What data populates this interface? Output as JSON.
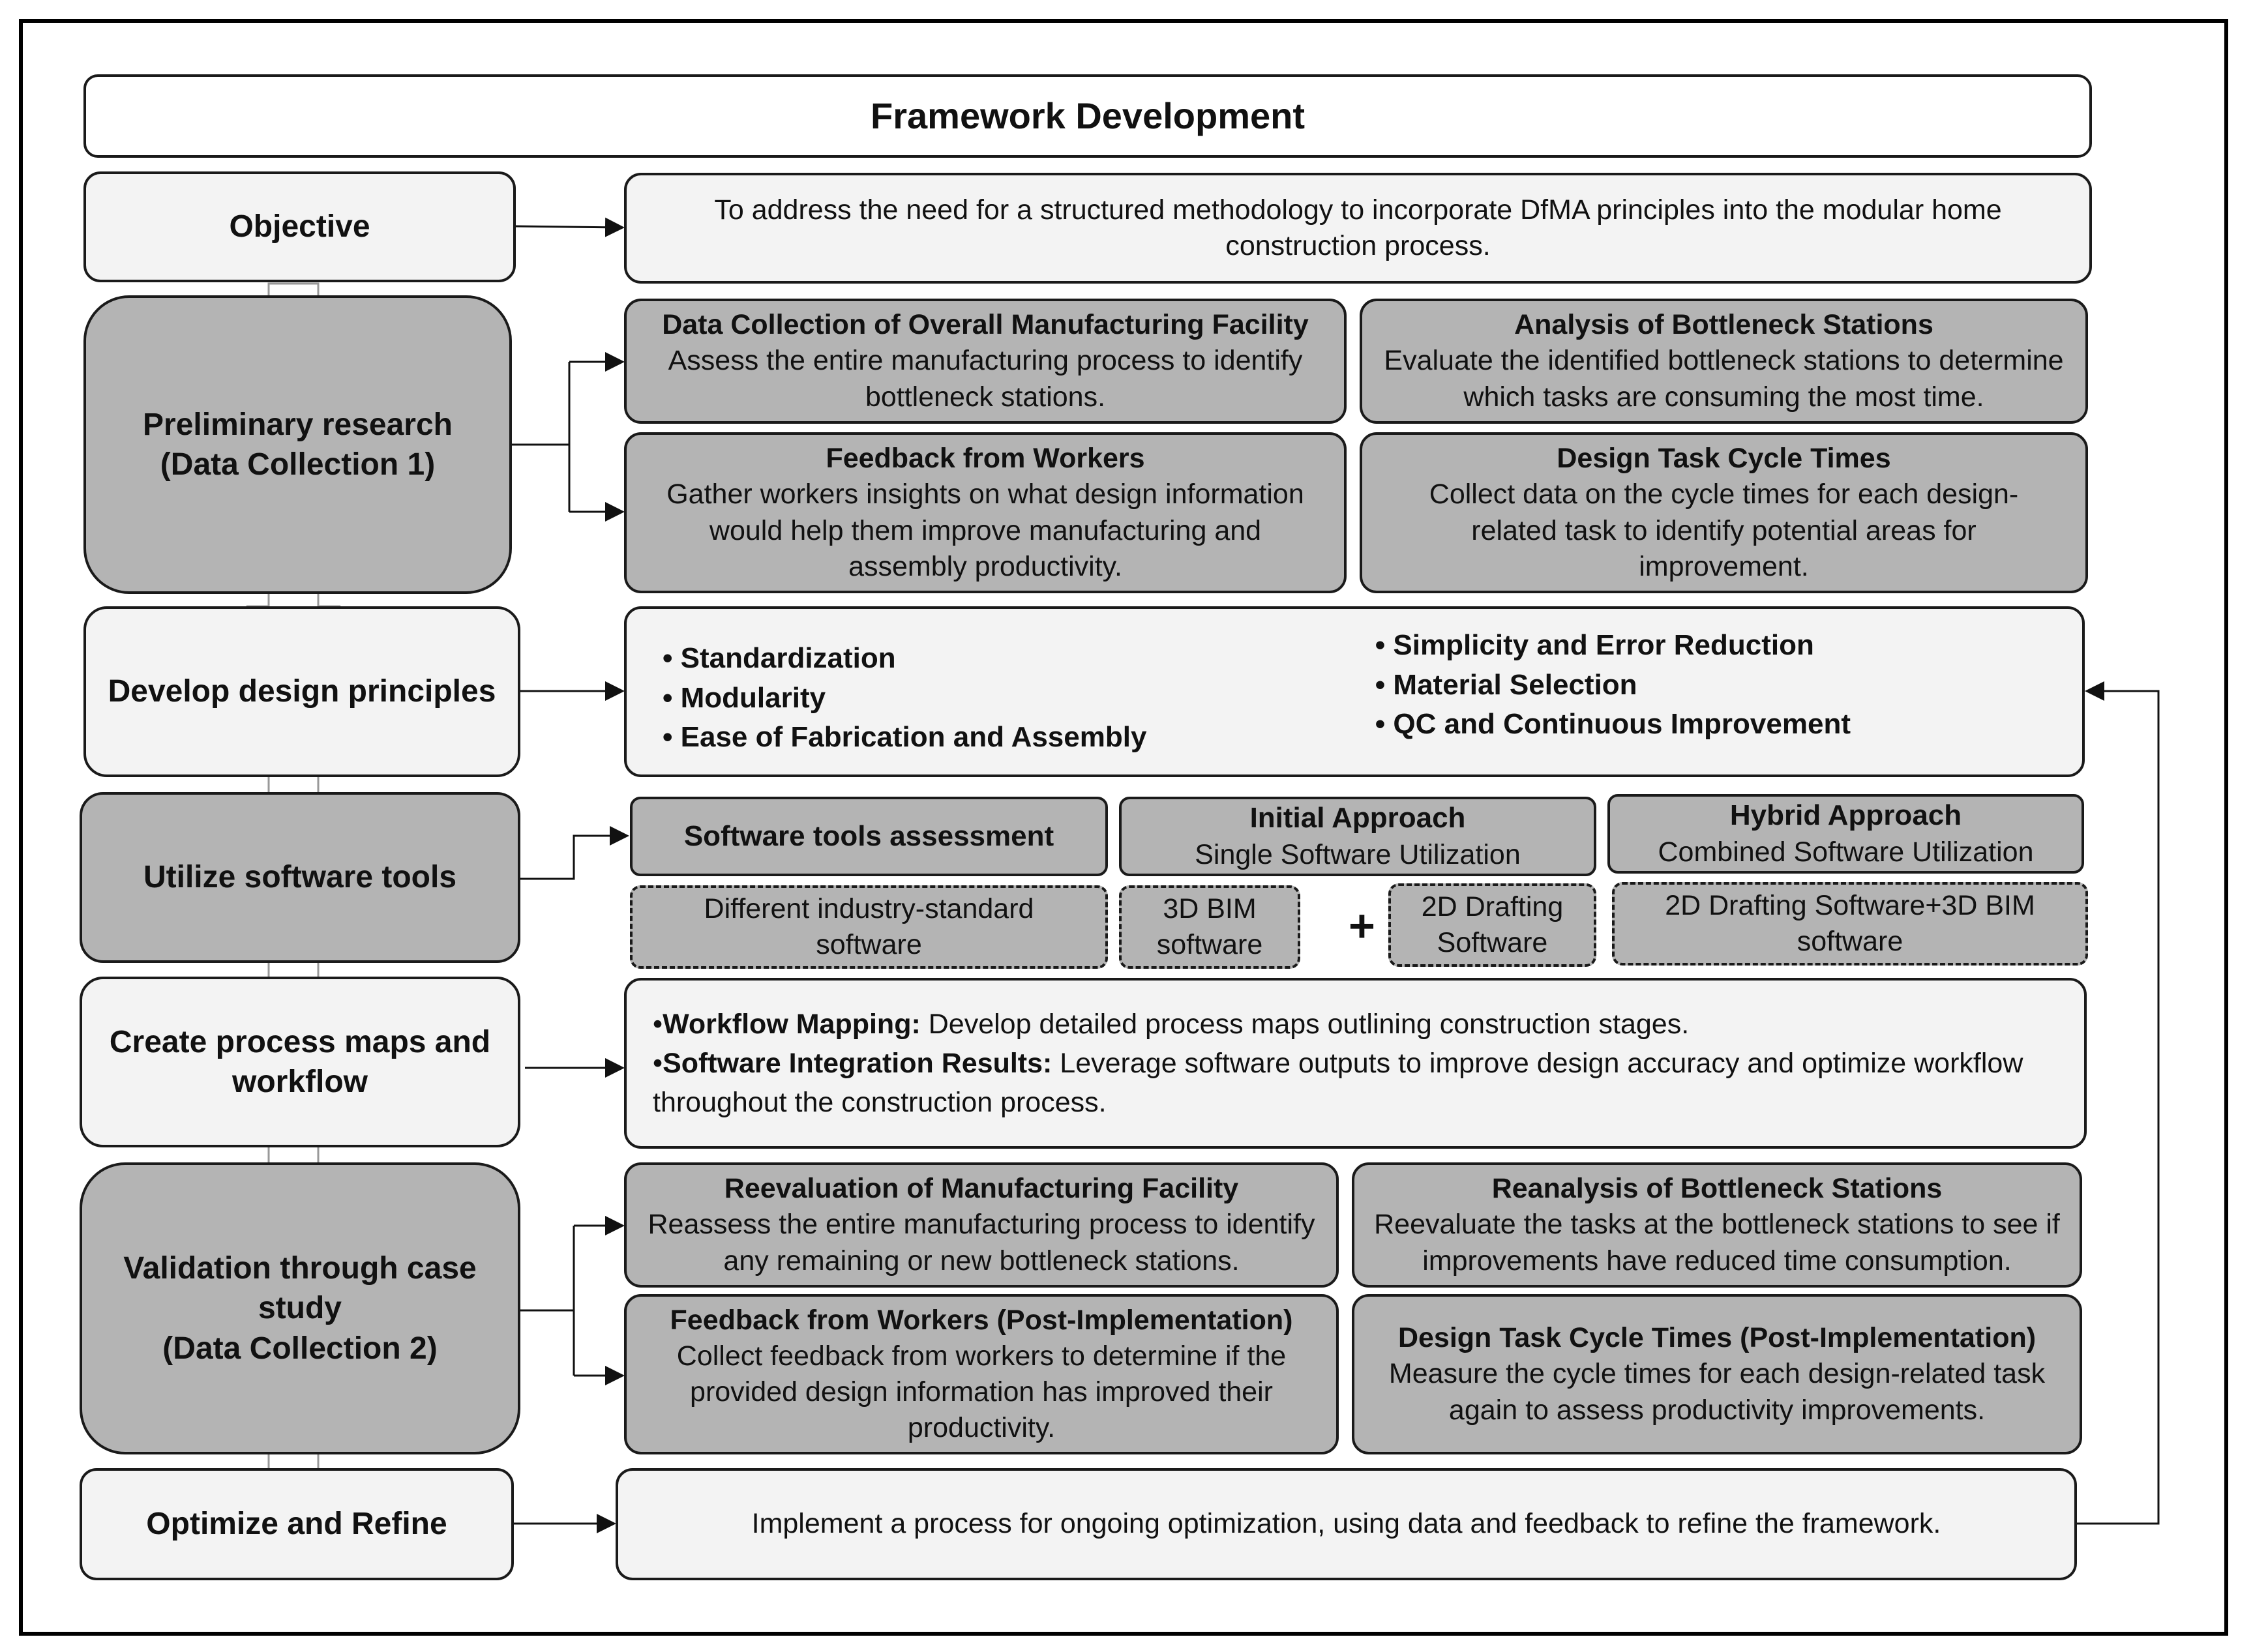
{
  "title": "Framework Development",
  "steps": {
    "objective": "Objective",
    "preliminary_line1": "Preliminary research",
    "preliminary_line2": "(Data Collection 1)",
    "develop": "Develop design principles",
    "utilize": "Utilize software tools",
    "process_line1": "Create process maps and",
    "process_line2": "workflow",
    "validation_line1": "Validation through case",
    "validation_line2": "study",
    "validation_line3": "(Data Collection 2)",
    "optimize": "Optimize and Refine"
  },
  "objective_text": "To address the need for a structured methodology to incorporate DfMA principles into the modular home construction process.",
  "preliminary_boxes": [
    {
      "title": "Data Collection of Overall Manufacturing Facility",
      "body": "Assess the entire manufacturing process to identify bottleneck stations."
    },
    {
      "title": "Analysis of Bottleneck Stations",
      "body": "Evaluate the identified bottleneck stations to determine which tasks are consuming the most time."
    },
    {
      "title": "Feedback from Workers",
      "body": "Gather workers insights on what design information would help them improve manufacturing and assembly productivity."
    },
    {
      "title": "Design Task Cycle Times",
      "body": "Collect data on the cycle times for each design-related task to identify potential areas for improvement."
    }
  ],
  "principles_left": [
    "Standardization",
    "Modularity",
    "Ease of Fabrication and Assembly"
  ],
  "principles_right": [
    "Simplicity and Error Reduction",
    "Material Selection",
    "QC and Continuous Improvement"
  ],
  "software": {
    "assessment": "Software tools assessment",
    "initial_title": "Initial Approach",
    "initial_body": "Single Software Utilization",
    "hybrid_title": "Hybrid Approach",
    "hybrid_body": "Combined Software Utilization",
    "different": "Different industry-standard software",
    "bim_line1": "3D BIM",
    "bim_line2": "software",
    "plus": "+",
    "drafting_line1": "2D Drafting",
    "drafting_line2": "Software",
    "combined_line1": "2D Drafting Software+3D BIM",
    "combined_line2": "software"
  },
  "process": {
    "workflow_label": "Workflow Mapping:",
    "workflow_text": " Develop detailed process maps outlining construction stages.",
    "integration_label": "Software Integration Results:",
    "integration_text": " Leverage software outputs to improve design accuracy and optimize workflow throughout the construction process.",
    "bullet": "•"
  },
  "validation_boxes": [
    {
      "title": "Reevaluation of Manufacturing Facility",
      "body": "Reassess the entire manufacturing process to identify any remaining or new bottleneck stations."
    },
    {
      "title": "Reanalysis of Bottleneck Stations",
      "body": "Reevaluate the tasks at the bottleneck stations to see if improvements have reduced time consumption."
    },
    {
      "title": "Feedback from Workers (Post-Implementation)",
      "body": "Collect feedback from workers to determine if the provided design information has improved their productivity."
    },
    {
      "title": "Design Task Cycle Times (Post-Implementation)",
      "body": "Measure the cycle times for each design-related task again to assess productivity improvements."
    }
  ],
  "optimize_text": "Implement a process for ongoing optimization, using data and feedback to refine the framework.",
  "colors": {
    "light_box": "#f3f3f3",
    "dark_box": "#b4b4b4",
    "border": "#1a1a1a"
  }
}
